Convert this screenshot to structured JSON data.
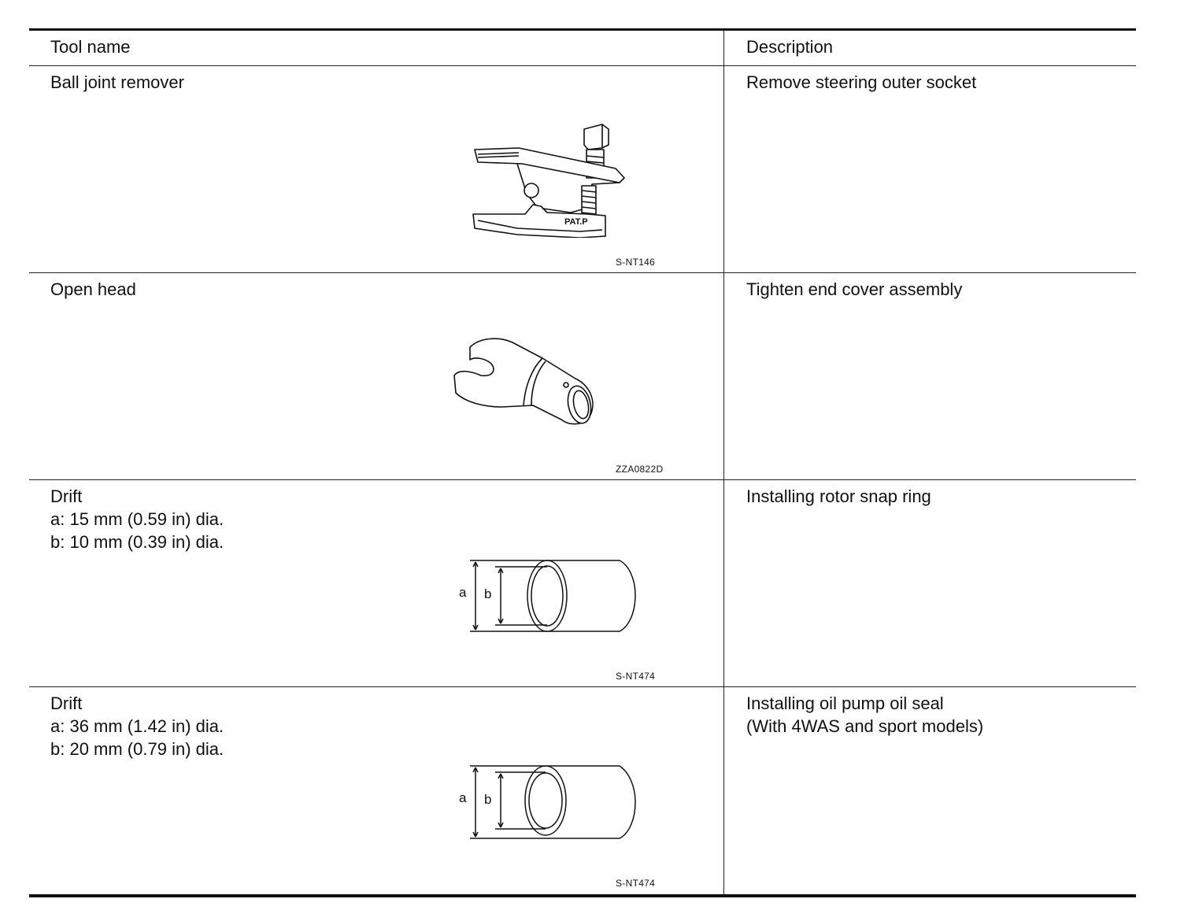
{
  "header": {
    "tool_name": "Tool name",
    "description": "Description"
  },
  "rows": [
    {
      "tool": [
        "Ball joint remover"
      ],
      "description": [
        "Remove steering outer socket"
      ],
      "figure_icon": "ball-joint-remover-icon",
      "figure_label": "PAT.P",
      "figure_code": "S-NT146"
    },
    {
      "tool": [
        "Open head"
      ],
      "description": [
        "Tighten end cover assembly"
      ],
      "figure_icon": "open-head-wrench-icon",
      "figure_code": "ZZA0822D"
    },
    {
      "tool": [
        "Drift",
        "a: 15 mm (0.59 in) dia.",
        "b: 10 mm (0.39 in) dia."
      ],
      "description": [
        "Installing rotor snap ring"
      ],
      "figure_icon": "drift-icon",
      "dim_a": "a",
      "dim_b": "b",
      "figure_code": "S-NT474"
    },
    {
      "tool": [
        "Drift",
        "a: 36 mm (1.42 in) dia.",
        "b: 20 mm (0.79 in) dia."
      ],
      "description": [
        "Installing oil pump oil seal",
        "(With 4WAS and sport models)"
      ],
      "figure_icon": "drift-icon",
      "dim_a": "a",
      "dim_b": "b",
      "figure_code": "S-NT474"
    }
  ]
}
